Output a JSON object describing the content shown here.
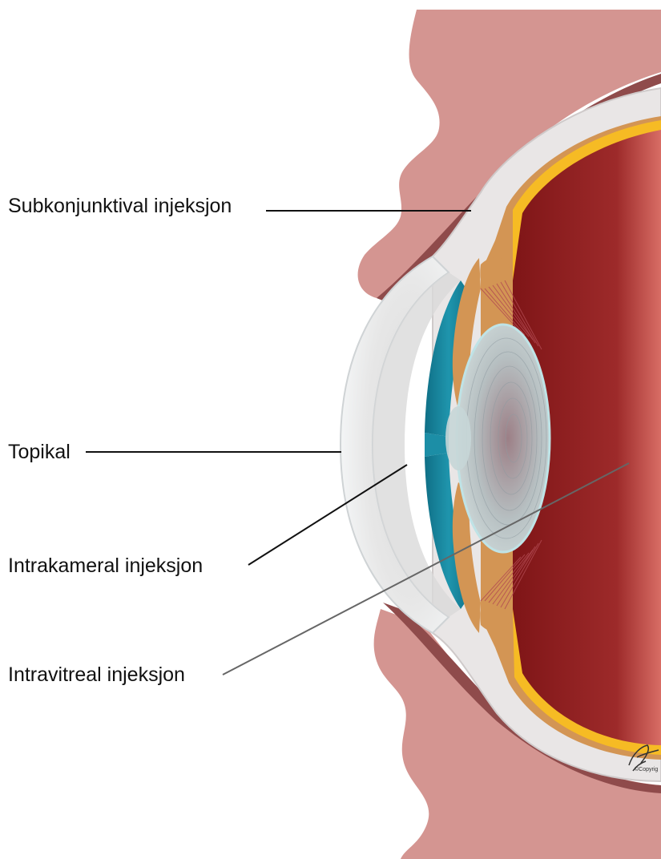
{
  "labels": {
    "subconjunctival": "Subkonjunktival injeksjon",
    "topical": "Topikal",
    "intracameral": "Intrakameral injeksjon",
    "intravitreal": "Intravitreal injeksjon"
  },
  "signature": {
    "text": "G.Mulvahill ©Copyright"
  },
  "colors": {
    "skin": "#d49591",
    "skin_edge": "#9b5a58",
    "eyelid_dark": "#8f4b4b",
    "sclera": "#e9e6e6",
    "choroid_tan": "#d39554",
    "retina_yellow": "#f6bb24",
    "vitreous_dark": "#8c1d1f",
    "vitreous_light": "#d46a64",
    "cornea": "#eef1f2",
    "iris_blue": "#1c8ea6",
    "lens": "#b9c7c8",
    "zonule": "#b24a52",
    "line": "#111111",
    "line_grey": "#666666"
  }
}
